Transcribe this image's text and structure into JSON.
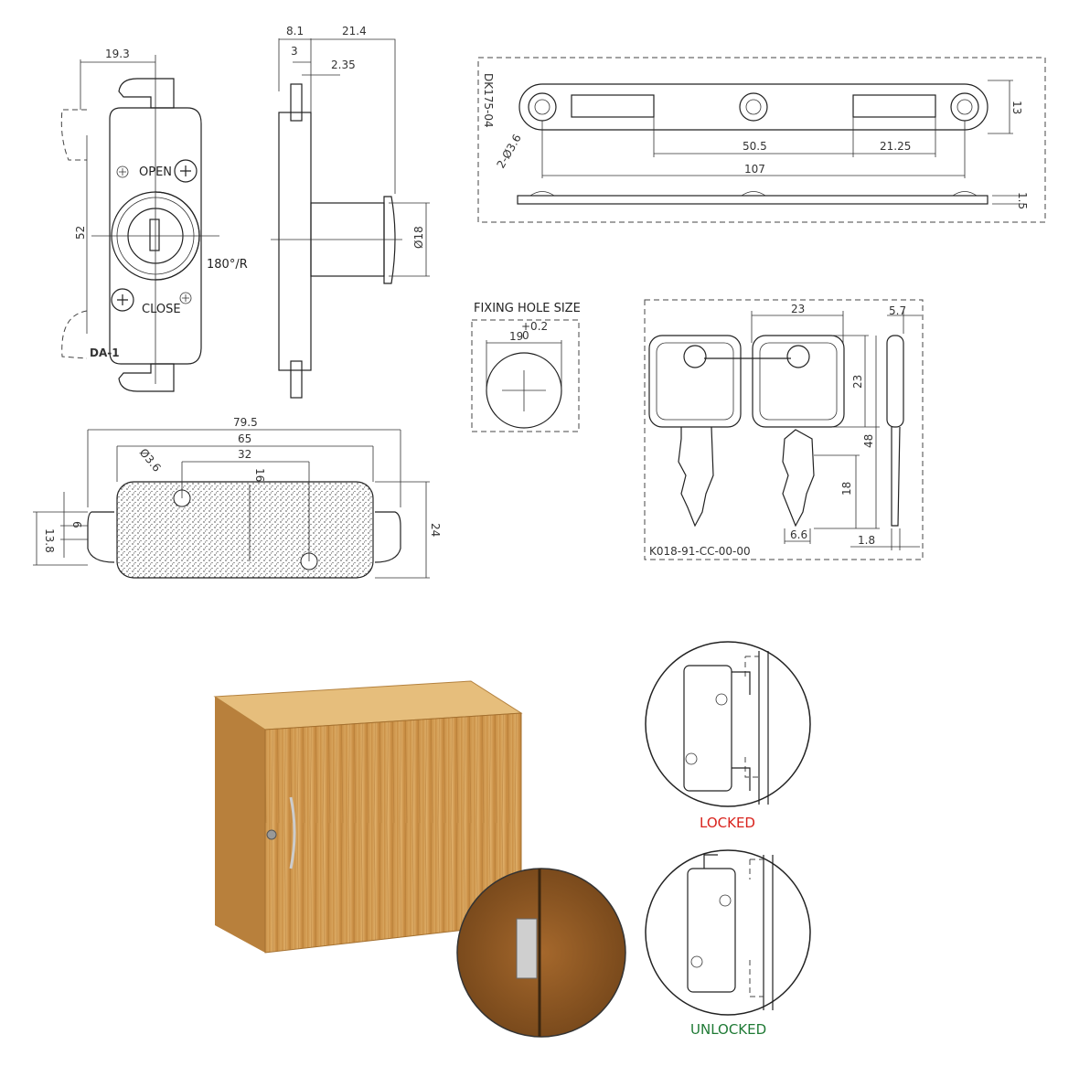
{
  "lock_front": {
    "dim_width": "19.3",
    "dim_height": "52",
    "open_label": "OPEN",
    "close_label": "CLOSE",
    "rotation_label": "180°/R",
    "model_tag": "DA-1"
  },
  "lock_side": {
    "dim_total": "8.1",
    "dim_cylinder": "21.4",
    "dim_3": "3",
    "dim_235": "2.35",
    "dim_diameter": "Ø18"
  },
  "strike_plate": {
    "code": "DK175-04",
    "holes": "2-Ø3.6",
    "dim_height": "13",
    "dim_505": "50.5",
    "dim_2125": "21.25",
    "dim_length": "107",
    "dim_thickness": "1.5"
  },
  "fixing_hole": {
    "title": "FIXING HOLE SIZE",
    "nominal": "19",
    "upper_tol": "+0.2",
    "lower_tol": "0"
  },
  "keys": {
    "dim_23a": "23",
    "dim_57": "5.7",
    "dim_23b": "23",
    "dim_48": "48",
    "dim_18": "18",
    "dim_66": "6.6",
    "dim_18b": "1.8",
    "code": "K018-91-CC-00-00"
  },
  "lock_back": {
    "dim_795": "79.5",
    "dim_65": "65",
    "dim_32": "32",
    "dim_hole": "Ø3.6",
    "dim_16": "16",
    "dim_6": "6",
    "dim_138": "13.8",
    "dim_24": "24"
  },
  "states": {
    "locked": "LOCKED",
    "unlocked": "UNLOCKED",
    "locked_color": "#d9231d",
    "unlocked_color": "#1f7a35"
  },
  "colors": {
    "wood": "#d9a55a",
    "wood_dark": "#b07a35"
  }
}
